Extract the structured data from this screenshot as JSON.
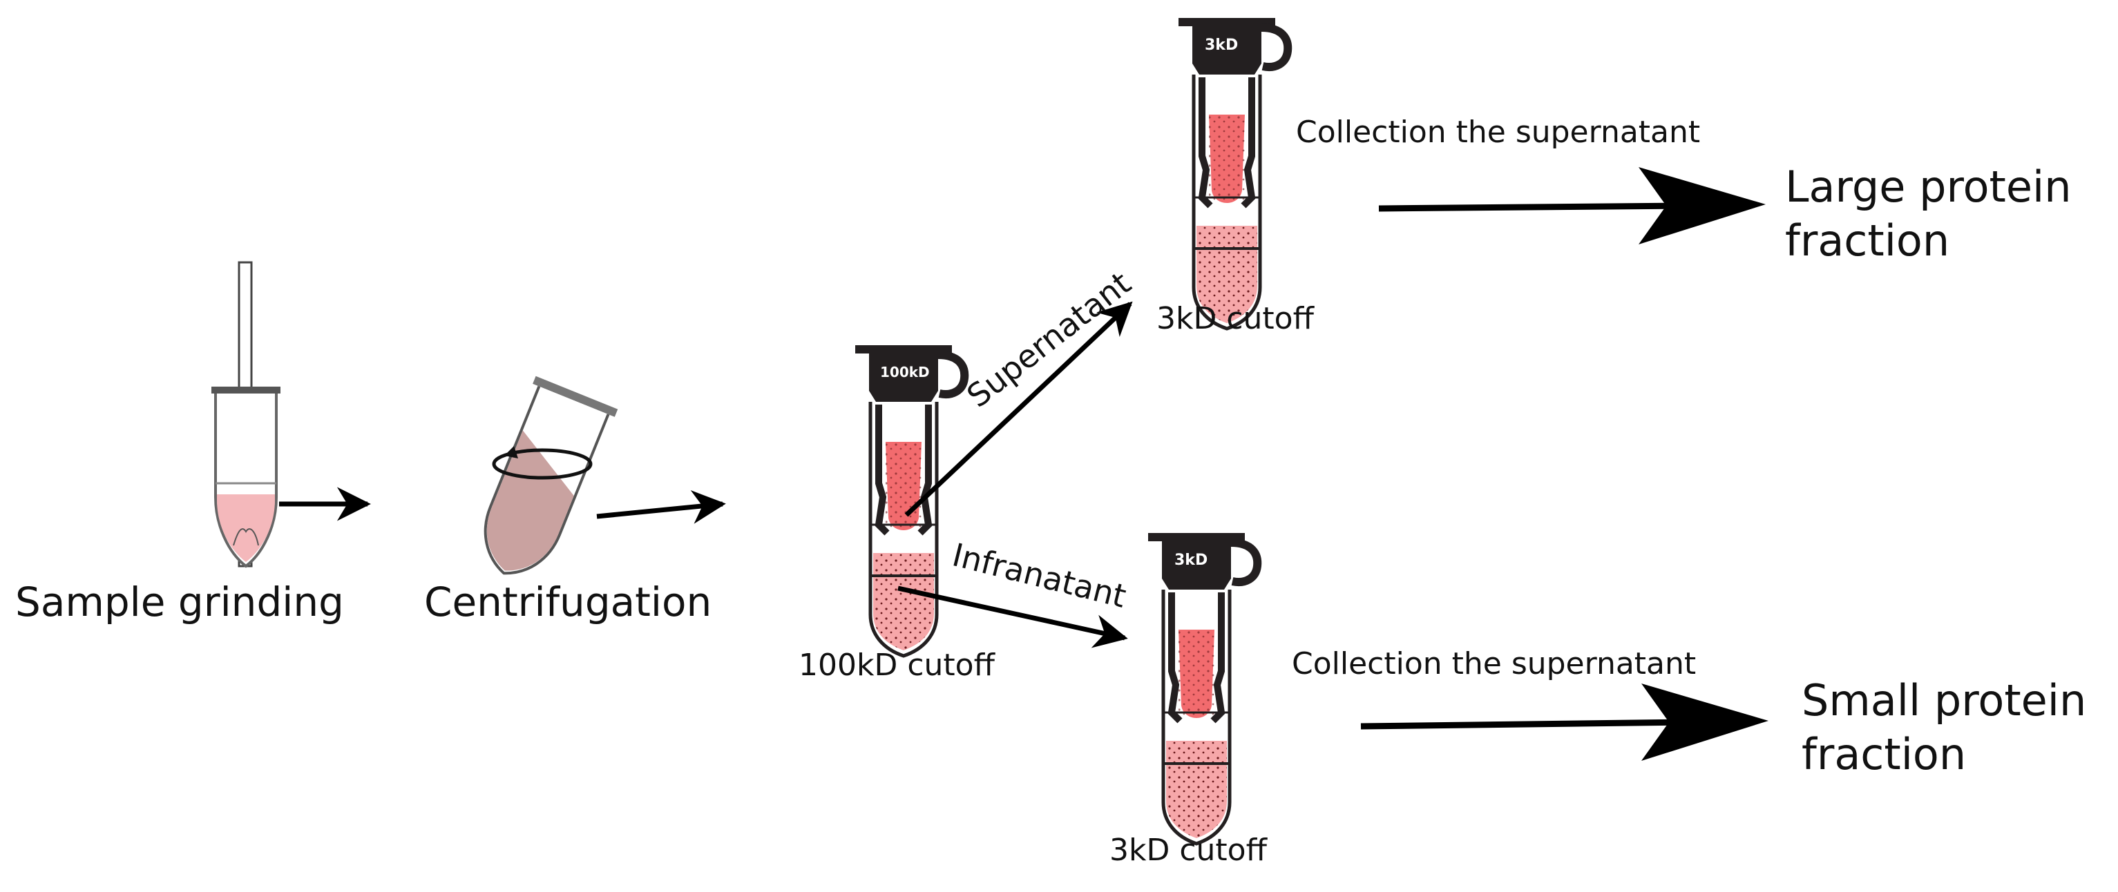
{
  "steps": {
    "grinding": "Sample grinding",
    "centrifugation": "Centrifugation"
  },
  "filters": {
    "first_cutoff": "100kD cutoff",
    "first_tube_label": "100kD",
    "second_cutoff_top": "3kD cutoff",
    "second_cutoff_bottom": "3kD cutoff",
    "second_tube_label": "3kD"
  },
  "branches": {
    "supernatant": "Supernatant",
    "infranatant": "Infranatant"
  },
  "collection": {
    "top": "Collection the supernatant",
    "bottom": "Collection the supernatant"
  },
  "fractions": {
    "large_line1": "Large protein",
    "large_line2": "fraction",
    "small_line1": "Small protein",
    "small_line2": "fraction"
  },
  "colors": {
    "sample_pink": "#f4b8bb",
    "pellet_mauve": "#c9a2a0",
    "filtrate_red": "#f26b6e",
    "filter_dark": "#231f20",
    "arrow": "#000000"
  }
}
